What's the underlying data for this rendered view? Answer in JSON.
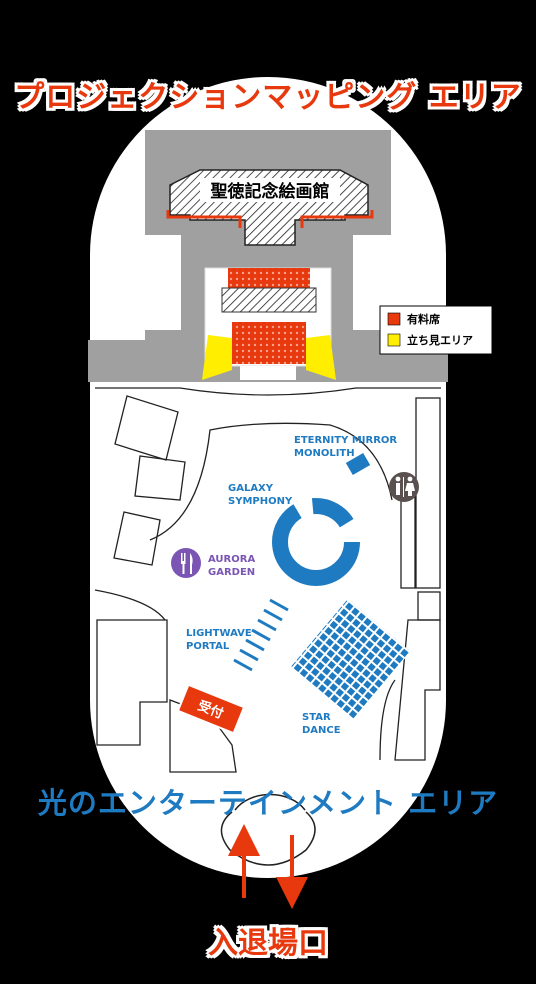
{
  "title_top": "プロジェクションマッピング エリア",
  "title_bottom": "光のエンターテインメント エリア",
  "entrance": "入退場口",
  "building": "聖徳記念絵画館",
  "legend": {
    "reserved": "有料席",
    "standing": "立ち見エリア",
    "reserved_color": "#e8380d",
    "standing_color": "#ffee00"
  },
  "attractions": {
    "eternity_line1": "ETERNITY MIRROR",
    "eternity_line2": "MONOLITH",
    "galaxy_line1": "GALAXY",
    "galaxy_line2": "SYMPHONY",
    "aurora_line1": "AURORA",
    "aurora_line2": "GARDEN",
    "lightwave_line1": "LIGHTWAVE",
    "lightwave_line2": "PORTAL",
    "star_line1": "STAR",
    "star_line2": "DANCE"
  },
  "reception": "受付",
  "icons": {
    "restroom": "restroom-icon",
    "dining": "fork-knife-icon",
    "arrow_in": "arrow-up-icon",
    "arrow_out": "arrow-down-icon"
  },
  "colors": {
    "accent_red": "#e8380d",
    "accent_blue": "#1f7bc1",
    "accent_purple": "#7a55b3",
    "area_gray": "#a0a0a0"
  }
}
